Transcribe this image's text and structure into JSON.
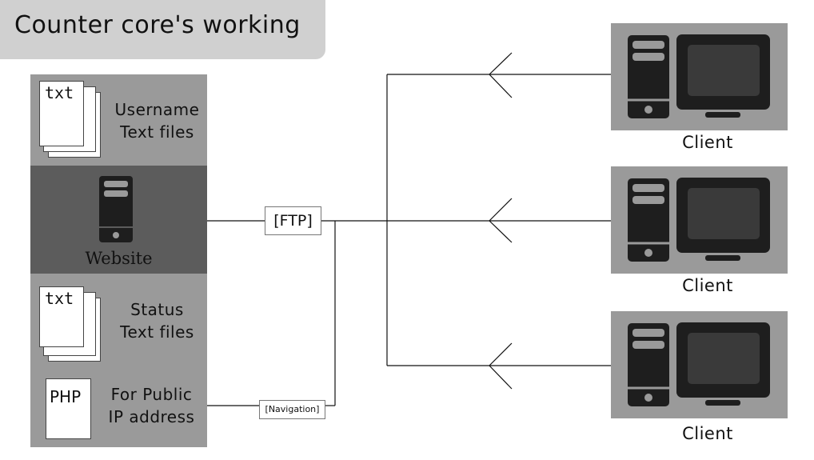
{
  "title": "Counter core's working",
  "panels": {
    "username": {
      "doc_label": "txt",
      "text_line1": "Username",
      "text_line2": "Text files"
    },
    "website": {
      "label": "Website"
    },
    "status": {
      "doc_label": "txt",
      "text_line1": "Status",
      "text_line2": "Text files"
    },
    "php": {
      "doc_label": "PHP",
      "text_line1": "For Public",
      "text_line2": "IP address"
    }
  },
  "connectors": {
    "ftp_label": "[FTP]",
    "navigation_label": "[Navigation]"
  },
  "clients": [
    {
      "label": "Client"
    },
    {
      "label": "Client"
    },
    {
      "label": "Client"
    }
  ],
  "colors": {
    "title_bg": "#d0d0d0",
    "panel_light": "#9a9a9a",
    "panel_dark": "#5c5c5c",
    "device_dark": "#1e1e1e",
    "device_light": "#9a9a9a"
  }
}
